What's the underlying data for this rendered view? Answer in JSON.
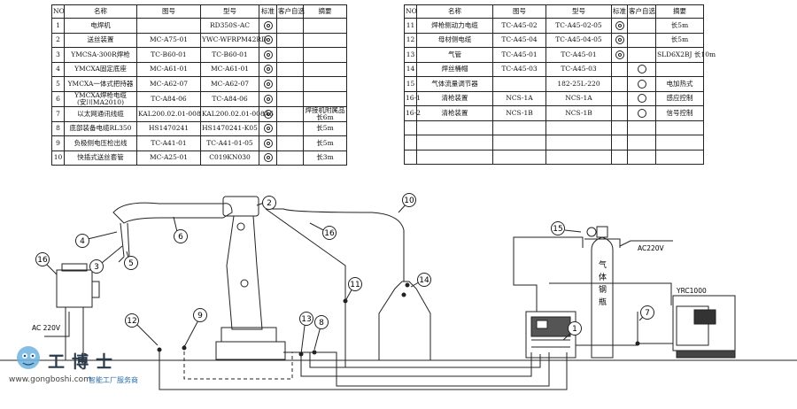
{
  "left_table": {
    "headers": [
      "NO",
      "名称",
      "图号",
      "型号",
      "标准",
      "客户自选",
      "摘要"
    ],
    "rows": [
      {
        "no": "1",
        "name": "电焊机",
        "drawing": "",
        "model": "RD350S-AC",
        "std": "dot",
        "cust": "",
        "note": ""
      },
      {
        "no": "2",
        "name": "送丝装置",
        "drawing": "MC-A75-01",
        "model": "YWC-WFRPM42RD",
        "std": "dot",
        "cust": "",
        "note": ""
      },
      {
        "no": "3",
        "name": "YMCSA-300R焊枪",
        "drawing": "TC-B60-01",
        "model": "TC-B60-01",
        "std": "dot",
        "cust": "",
        "note": ""
      },
      {
        "no": "4",
        "name": "YMCXA固定底座",
        "drawing": "MC-A61-01",
        "model": "MC-A61-01",
        "std": "dot",
        "cust": "",
        "note": ""
      },
      {
        "no": "5",
        "name": "YMCXA一体式把持器",
        "drawing": "MC-A62-07",
        "model": "MC-A62-07",
        "std": "dot",
        "cust": "",
        "note": ""
      },
      {
        "no": "6",
        "name": "YMCXA焊枪电缆",
        "name2": "(安川MA2010)",
        "drawing": "TC-A84-06",
        "model": "TC-A84-06",
        "std": "dot",
        "cust": "",
        "note": ""
      },
      {
        "no": "7",
        "name": "以太网通讯线缆",
        "drawing": "KAL200.02.01-008",
        "model": "KAL200.02.01-008A6",
        "std": "dot",
        "cust": "",
        "note": "焊接机附属品",
        "note2": "长6m"
      },
      {
        "no": "8",
        "name": "底部装备电缆RL350",
        "drawing": "HS1470241",
        "model": "HS1470241-K05",
        "std": "dot",
        "cust": "",
        "note": "长5m"
      },
      {
        "no": "9",
        "name": "负极侧电压检出线",
        "drawing": "TC-A41-01",
        "model": "TC-A41-01-05",
        "std": "dot",
        "cust": "",
        "note": "长5m"
      },
      {
        "no": "10",
        "name": "快插式送丝套管",
        "drawing": "MC-A25-01",
        "model": "C019KN030",
        "std": "dot",
        "cust": "",
        "note": "长3m"
      }
    ]
  },
  "right_table": {
    "headers": [
      "NO",
      "名称",
      "图号",
      "型号",
      "标准",
      "客户自选",
      "摘要"
    ],
    "rows": [
      {
        "no": "11",
        "name": "焊枪侧动力电缆",
        "drawing": "TC-A45-02",
        "model": "TC-A45-02-05",
        "std": "dot",
        "cust": "",
        "note": "长5m"
      },
      {
        "no": "12",
        "name": "母材侧电缆",
        "drawing": "TC-A45-04",
        "model": "TC-A45-04-05",
        "std": "dot",
        "cust": "",
        "note": "长5m"
      },
      {
        "no": "13",
        "name": "气管",
        "drawing": "TC-A45-01",
        "model": "TC-A45-01",
        "std": "dot",
        "cust": "",
        "note": "SLD6X2BJ 长10m"
      },
      {
        "no": "14",
        "name": "焊丝桶帽",
        "drawing": "TC-A45-03",
        "model": "TC-A45-03",
        "std": "",
        "cust": "ring",
        "note": ""
      },
      {
        "no": "15",
        "name": "气体流量调节器",
        "drawing": "",
        "model": "182-25L-220",
        "std": "",
        "cust": "ring",
        "note": "电加热式"
      },
      {
        "no": "16-1",
        "name": "清枪装置",
        "drawing": "NCS-1A",
        "model": "NCS-1A",
        "std": "",
        "cust": "ring",
        "note": "感应控制"
      },
      {
        "no": "16-2",
        "name": "清枪装置",
        "drawing": "NCS-1B",
        "model": "NCS-1B",
        "std": "",
        "cust": "ring",
        "note": "信号控制"
      },
      {
        "no": "",
        "name": "",
        "drawing": "",
        "model": "",
        "std": "",
        "cust": "",
        "note": ""
      },
      {
        "no": "",
        "name": "",
        "drawing": "",
        "model": "",
        "std": "",
        "cust": "",
        "note": ""
      },
      {
        "no": "",
        "name": "",
        "drawing": "",
        "model": "",
        "std": "",
        "cust": "",
        "note": ""
      }
    ]
  },
  "diagram": {
    "callouts": [
      "1",
      "2",
      "3",
      "4",
      "5",
      "6",
      "7",
      "8",
      "9",
      "10",
      "11",
      "12",
      "13",
      "14",
      "15",
      "16",
      "16"
    ],
    "labels": {
      "ac220_left": "AC 220V",
      "ac220_right": "AC220V",
      "gas_bottle": [
        "气",
        "体",
        "钢",
        "瓶"
      ],
      "yrc": "YRC1000"
    }
  },
  "watermark": {
    "brand": "工博士",
    "url": "www.gongboshi.com",
    "slogan": "智能工厂服务商"
  }
}
